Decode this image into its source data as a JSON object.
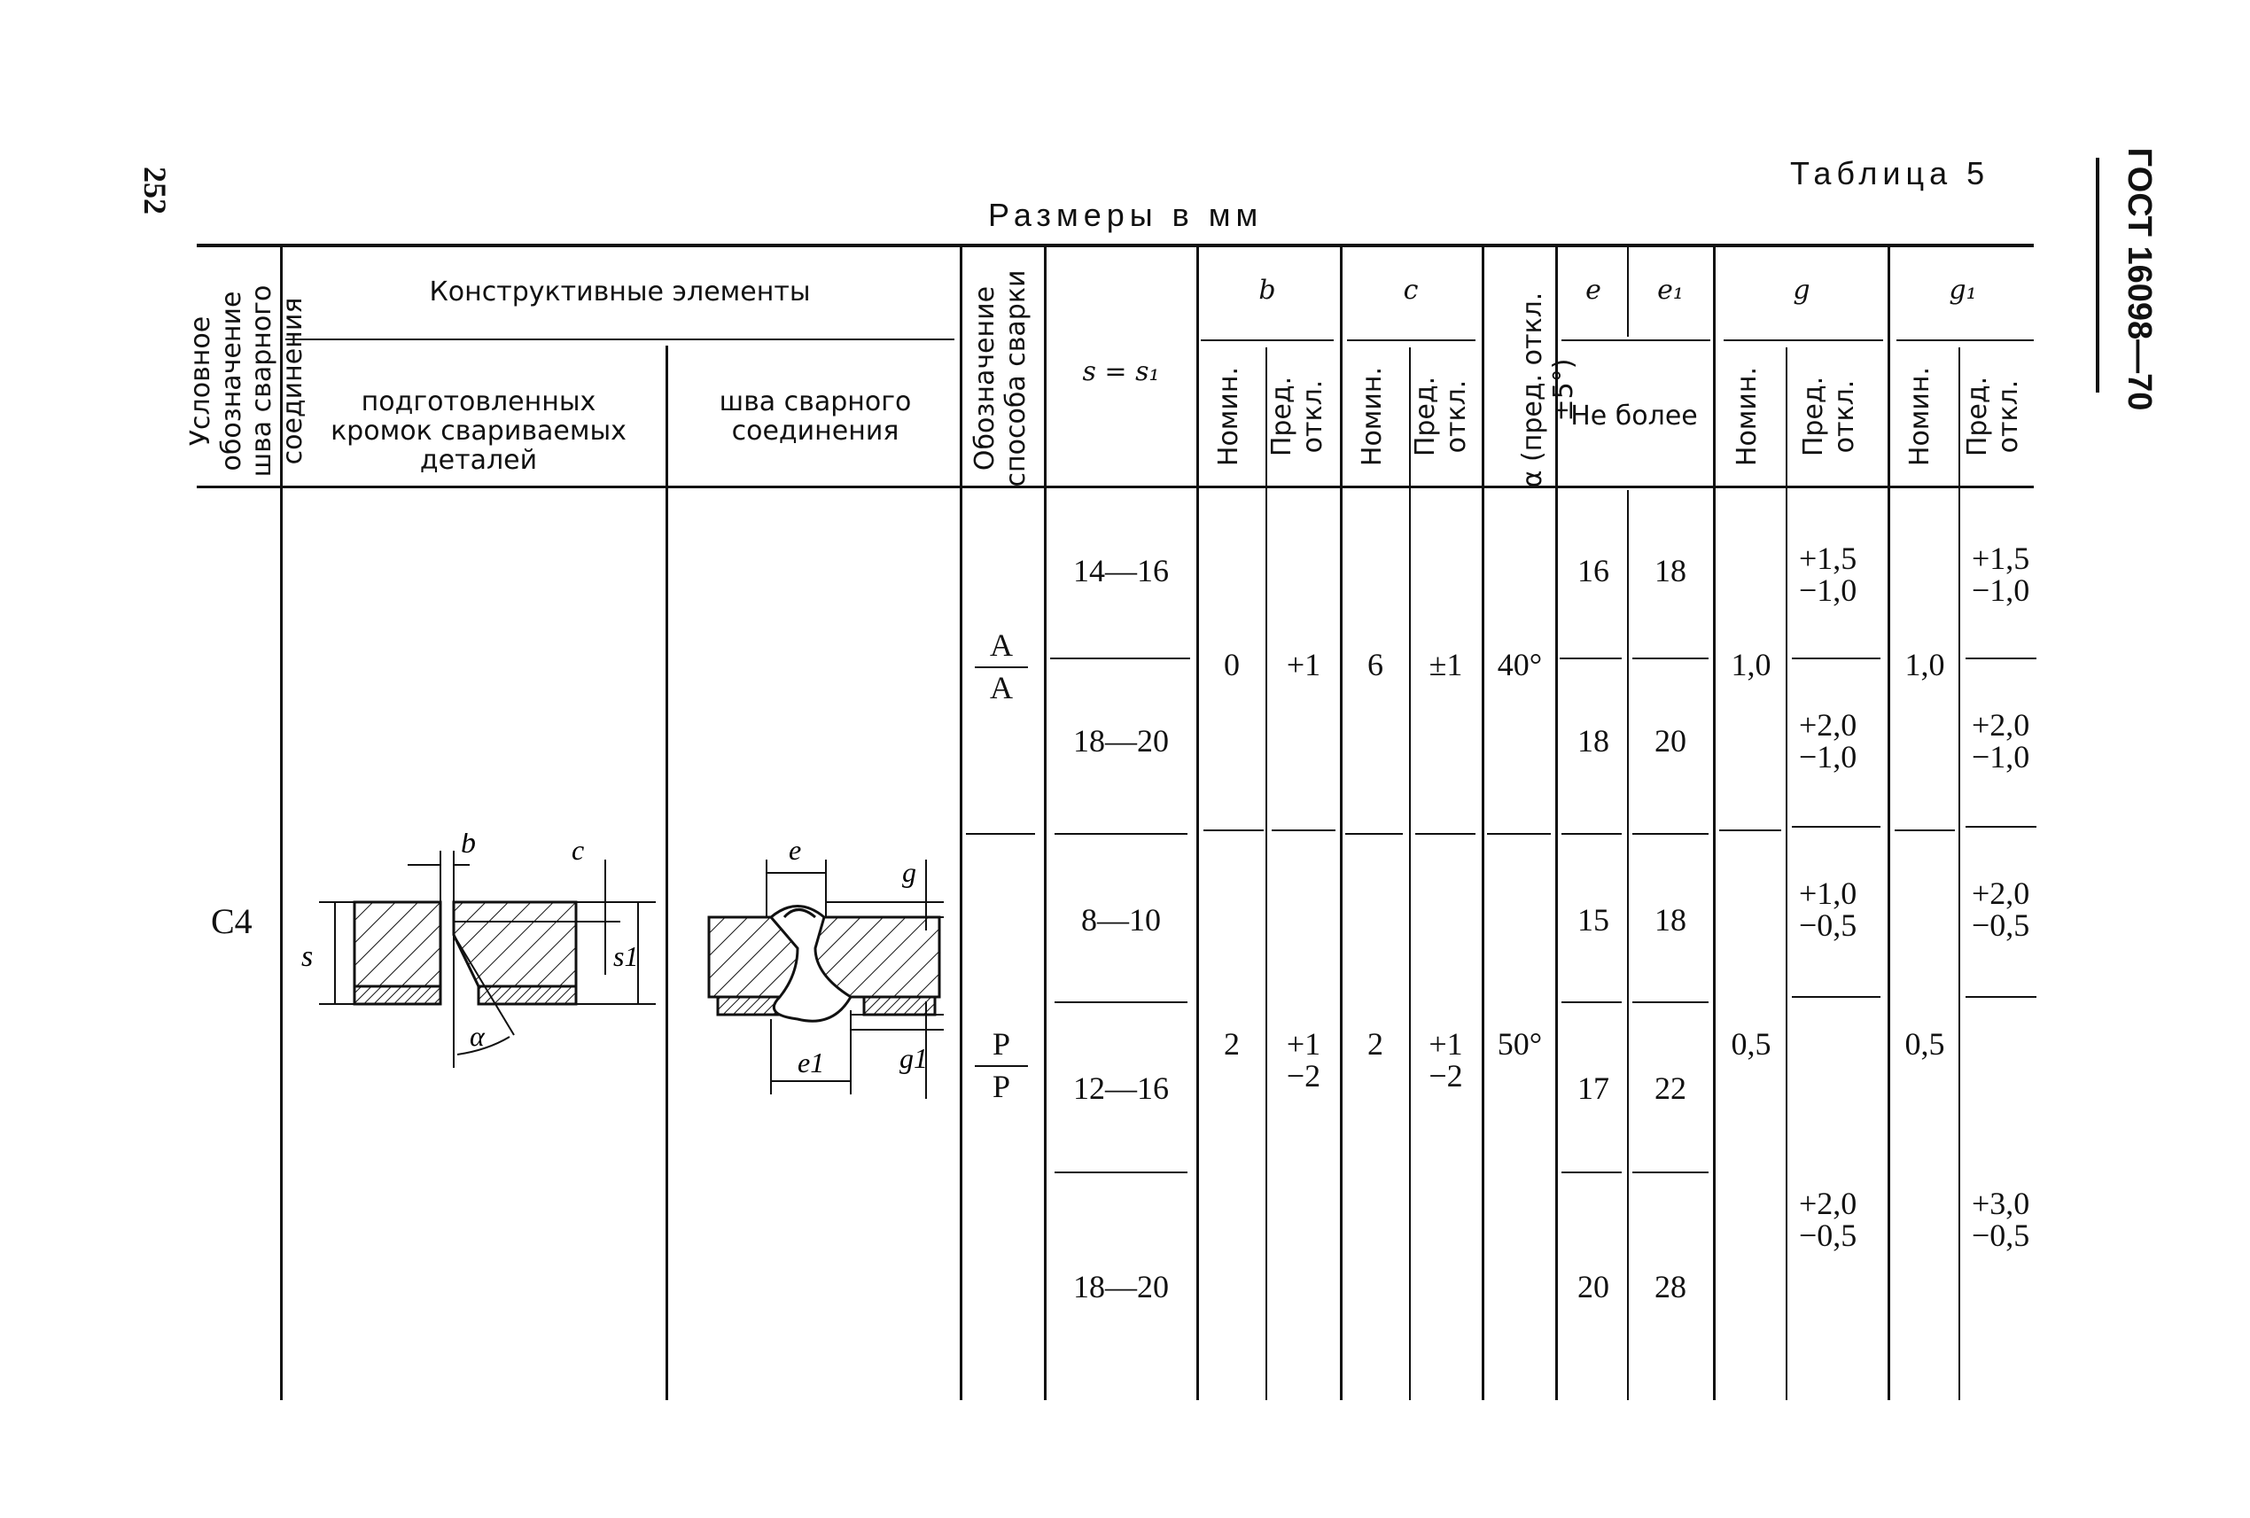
{
  "page_number": "252",
  "table_label": "Таблица 5",
  "units_caption": "Размеры в мм",
  "standard": "ГОСТ 16098—70",
  "headers": {
    "joint_designation": "Условное обозначение шва сварного соединения",
    "structural_elements": "Конструктивные элементы",
    "prepared_edges": "подготовленных кромок свариваемых деталей",
    "weld_seam": "шва сварного соединения",
    "welding_method": "Обозначение способа сварки",
    "thickness": "s = s₁",
    "b": "b",
    "c": "c",
    "alpha": "α (пред. откл. ±5°)",
    "e": "e",
    "e1": "e₁",
    "g": "g",
    "g1": "g₁",
    "nom": "Номин.",
    "dev": "Пред. откл.",
    "not_more": "Не более"
  },
  "joint": "С4",
  "groups": [
    {
      "method_top": "А",
      "method_bottom": "А",
      "b_nom": "0",
      "b_dev": "+1",
      "c_nom": "6",
      "c_dev": "±1",
      "alpha": "40°",
      "g_nom": "1,0",
      "g1_nom": "1,0",
      "rows": [
        {
          "s": "14—16",
          "e": "16",
          "e1": "18",
          "g_dev": [
            "+1,5",
            "−1,0"
          ],
          "g1_dev": [
            "+1,5",
            "−1,0"
          ]
        },
        {
          "s": "18—20",
          "e": "18",
          "e1": "20",
          "g_dev": [
            "+2,0",
            "−1,0"
          ],
          "g1_dev": [
            "+2,0",
            "−1,0"
          ]
        }
      ]
    },
    {
      "method_top": "Р",
      "method_bottom": "Р",
      "b_nom": "2",
      "b_dev": [
        "+1",
        "−2"
      ],
      "c_nom": "2",
      "c_dev": [
        "+1",
        "−2"
      ],
      "alpha": "50°",
      "g_nom": "0,5",
      "g1_nom": "0,5",
      "rows": [
        {
          "s": "8—10",
          "e": "15",
          "e1": "18"
        },
        {
          "s": "12—16",
          "e": "17",
          "e1": "22"
        },
        {
          "s": "18—20",
          "e": "20",
          "e1": "28"
        }
      ],
      "g_dev": [
        [
          "+1,0",
          "−0,5"
        ],
        [
          "+2,0",
          "−0,5"
        ]
      ],
      "g1_dev": [
        [
          "+2,0",
          "−0,5"
        ],
        [
          "+3,0",
          "−0,5"
        ]
      ]
    }
  ],
  "drawing_labels": {
    "b": "b",
    "c": "c",
    "s": "s",
    "s1": "s1",
    "alpha": "α",
    "e": "e",
    "e1": "e1",
    "g": "g",
    "g1": "g1"
  }
}
